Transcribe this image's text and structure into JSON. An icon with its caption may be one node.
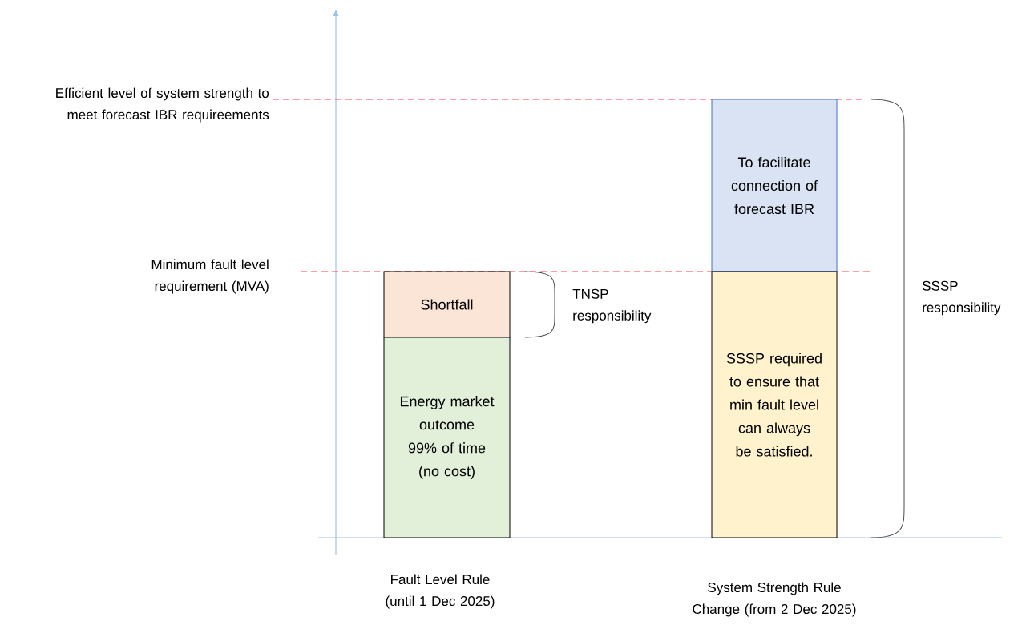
{
  "diagram": {
    "nodes": [
      {
        "text": [
          "Shortfall"
        ]
      },
      {
        "text": [
          "Energy market outcome 99% of time (no cost)"
        ]
      },
      {
        "text": [
          "To facilitate connection of forecast IBR"
        ]
      },
      {
        "text": [
          "SSSP required to ensure that min fault level can always be satisfied."
        ]
      }
    ],
    "edges": [],
    "labels": [
      "Efficient level of system strength to meet forecast IBR requireements",
      "Minimum fault level requirement (MVA)",
      "TNSP responsibility",
      "SSSP responsibility",
      "Fault Level Rule (until 1 Dec 2025)",
      "System Strength Rule Change (from 2 Dec 2025)"
    ]
  }
}
